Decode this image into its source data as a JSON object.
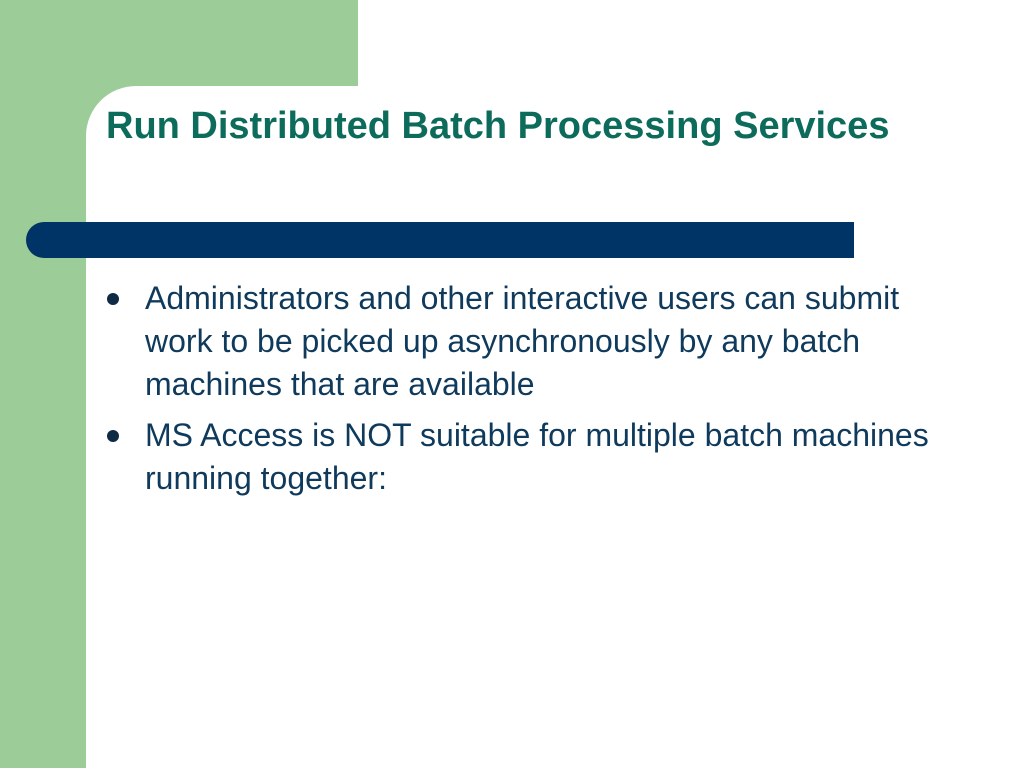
{
  "slide": {
    "title": "Run Distributed Batch Processing Services",
    "bullets": [
      {
        "icon": "bullet-dot-icon",
        "text": "Administrators and other interactive users can submit work to be picked up asynchronously by any batch machines that are available"
      },
      {
        "icon": "bullet-dot-icon",
        "text": "MS Access is NOT suitable for multiple batch machines running together:"
      }
    ]
  },
  "colors": {
    "accent_green": "#9ccc98",
    "navy_bar": "#003366",
    "title_color": "#0c6b5a",
    "body_text": "#0f3a5c"
  }
}
